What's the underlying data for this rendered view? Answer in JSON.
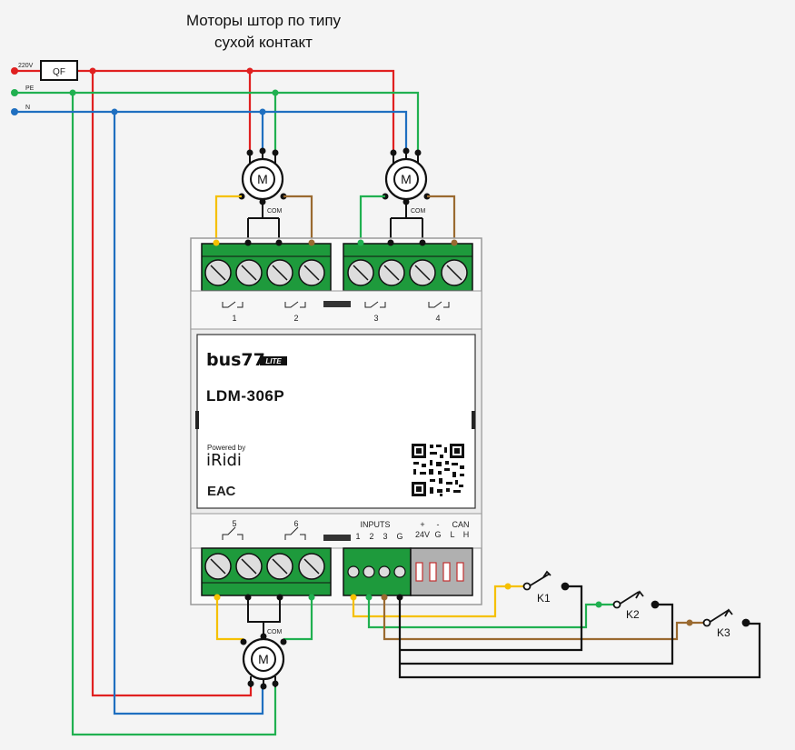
{
  "title_line1": "Моторы штор по типу",
  "title_line2": "сухой контакт",
  "supply": {
    "l_label": "220V",
    "pe_label": "PE",
    "n_label": "N",
    "breaker_label": "QF"
  },
  "colors": {
    "phase": "#e02020",
    "pe": "#20b050",
    "neutral": "#1f6fc0",
    "com_yellow": "#f5c000",
    "brown": "#9a6a30",
    "black": "#111111",
    "terminal": "#1e9a3c"
  },
  "motor_label": "M",
  "com_label": "COM",
  "relays_top": [
    "1",
    "2",
    "3",
    "4"
  ],
  "relays_bottom": [
    "5",
    "6"
  ],
  "device": {
    "brand": "bus77",
    "brand_badge": "LITE",
    "model": "LDM-306P",
    "powered_by": "Powered by",
    "partner": "iRidi",
    "cert": "ЕАС"
  },
  "inputs": {
    "title": "INPUTS",
    "labels": [
      "1",
      "2",
      "3",
      "G"
    ]
  },
  "power": {
    "plus": "+",
    "minus": "-",
    "v24": "24V",
    "g": "G"
  },
  "can": {
    "title": "CAN",
    "l": "L",
    "h": "H"
  },
  "switches": [
    "K1",
    "K2",
    "K3"
  ]
}
